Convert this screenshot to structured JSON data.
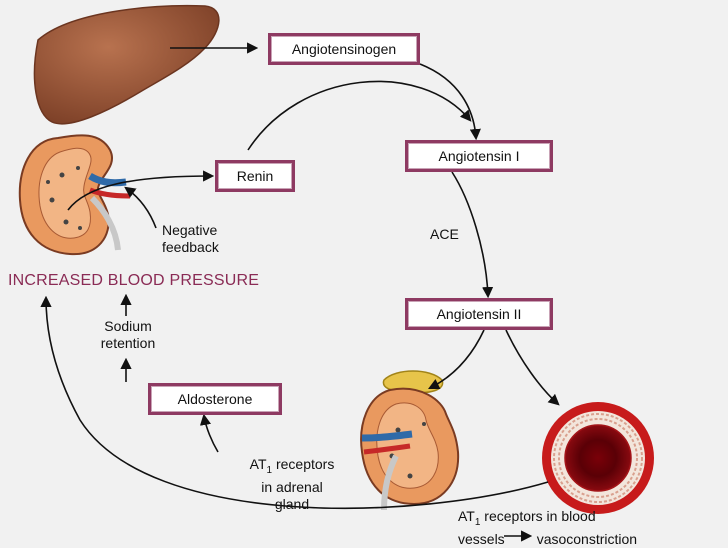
{
  "boxes": {
    "angiotensinogen": "Angiotensinogen",
    "angiotensin1": "Angiotensin I",
    "angiotensin2": "Angiotensin II",
    "renin": "Renin",
    "aldosterone": "Aldosterone"
  },
  "labels": {
    "ace": "ACE",
    "negative_feedback_1": "Negative",
    "negative_feedback_2": "feedback",
    "increased_bp": "INCREASED BLOOD PRESSURE",
    "sodium_1": "Sodium",
    "sodium_2": "retention",
    "at1_adrenal_1a": "AT",
    "at1_adrenal_1sub": "1",
    "at1_adrenal_1b": " receptors",
    "at1_adrenal_2": "in adrenal",
    "at1_adrenal_3": "gland",
    "at1_vessel_1a": "AT",
    "at1_vessel_1sub": "1",
    "at1_vessel_1b": " receptors in blood",
    "at1_vessel_2a": "vessels",
    "at1_vessel_2b": "vasoconstriction"
  },
  "colors": {
    "box_border": "#8e3a62",
    "title_text": "#8a2b55",
    "liver": "#9b5b3d",
    "kidney": "#e9995f",
    "vessel": "#c71b1b"
  },
  "icons": [
    "liver-icon",
    "kidney-icon",
    "adrenal-kidney-icon",
    "blood-vessel-icon"
  ]
}
